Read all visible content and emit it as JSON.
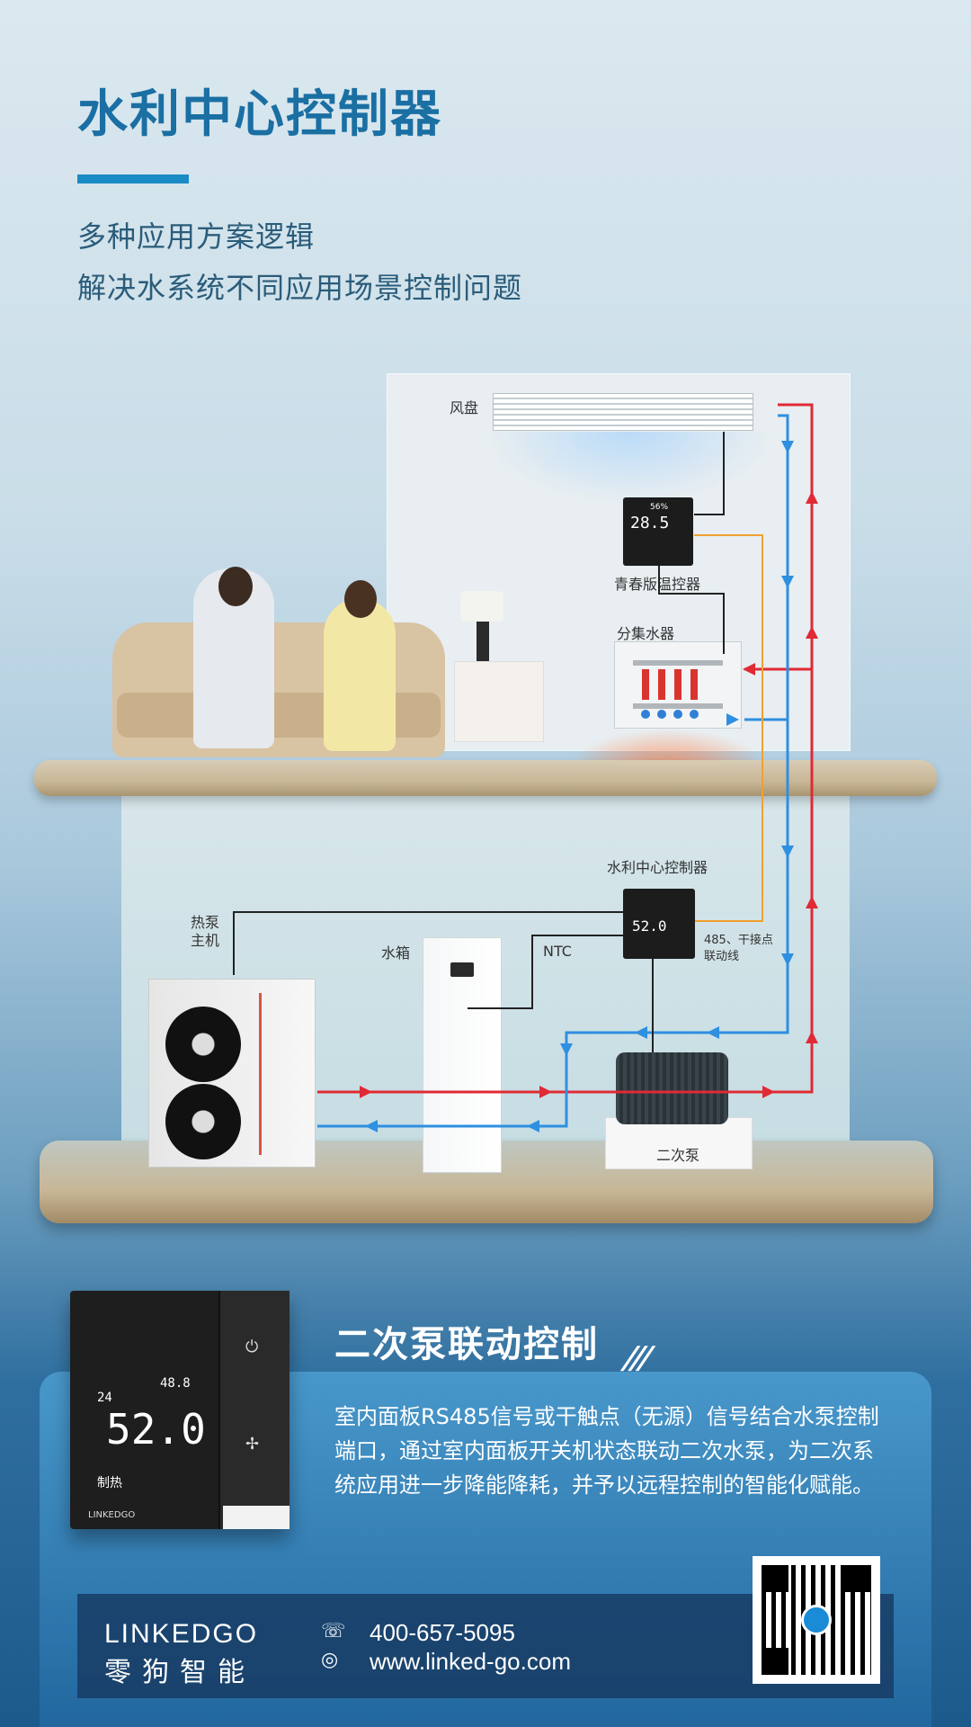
{
  "header": {
    "title": "水利中心控制器",
    "subtitle_1": "多种应用方案逻辑",
    "subtitle_2": "解决水系统不同应用场景控制问题"
  },
  "scene": {
    "fan_coil": "风盘",
    "youth_thermostat": "青春版温控器",
    "manifold": "分集水器",
    "hydro_controller": "水利中心控制器",
    "heat_pump_line1": "热泵",
    "heat_pump_line2": "主机",
    "water_tank": "水箱",
    "ntc": "NTC",
    "link_label_1": "485、干接点",
    "link_label_2": "联动线",
    "secondary_pump": "二次泵",
    "thermostat_small_reading": "28.5",
    "thermostat_small_humidity": "56%",
    "controller_reading": "52.0"
  },
  "product": {
    "reading": "52.0",
    "temp_small": "24",
    "temp_top": "48.8",
    "mode": "制热",
    "brand": "LINKEDGO"
  },
  "feature": {
    "title": "二次泵联动控制",
    "slashes": "///",
    "description": "室内面板RS485信号或干触点（无源）信号结合水泵控制端口，通过室内面板开关机状态联动二次水泵，为二次系统应用进一步降能降耗，并予以远程控制的智能化赋能。"
  },
  "footer": {
    "logo": "LINKEDGO",
    "logo_cn": "零狗智能",
    "phone": "400-657-5095",
    "website": "www.linked-go.com"
  },
  "colors": {
    "title": "#1a6fa3",
    "accent_bar": "#1a8bc4",
    "hot_pipe": "#e02a35",
    "cold_pipe": "#2f8fe0",
    "link_wire": "#f0a030"
  }
}
